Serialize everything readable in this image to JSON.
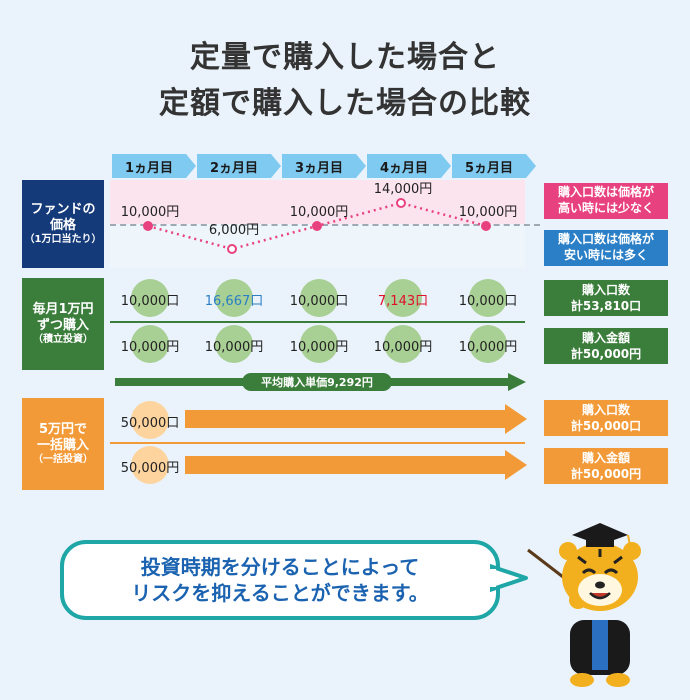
{
  "title": {
    "line1": "定量で購入した場合と",
    "line2": "定額で購入した場合の比較"
  },
  "months": [
    "1ヵ月目",
    "2ヵ月目",
    "3ヵ月目",
    "4ヵ月目",
    "5ヵ月目"
  ],
  "fund_price": {
    "label": "ファンドの\n価格",
    "sub": "（1万口当たり）",
    "prices": [
      "10,000円",
      "6,000円",
      "10,000円",
      "14,000円",
      "10,000円"
    ],
    "values": [
      10000,
      6000,
      10000,
      14000,
      10000
    ]
  },
  "notes": {
    "high": "購入口数は価格が\n高い時には少なく",
    "low": "購入口数は価格が\n安い時には多く"
  },
  "monthly": {
    "label": "毎月1万円\nずつ購入",
    "sub": "（積立投資）",
    "units": [
      "10,000口",
      "16,667口",
      "10,000口",
      "7,143口",
      "10,000口"
    ],
    "amounts": [
      "10,000円",
      "10,000円",
      "10,000円",
      "10,000円",
      "10,000円"
    ],
    "avg_price": "平均購入単価9,292円",
    "result_units": "購入口数\n計53,810口",
    "result_amount": "購入金額\n計50,000円"
  },
  "lump": {
    "label": "5万円で\n一括購入",
    "sub": "（一括投資）",
    "units": "50,000口",
    "amount": "50,000円",
    "result_units": "購入口数\n計50,000口",
    "result_amount": "購入金額\n計50,000円"
  },
  "message": {
    "line1": "投資時期を分けることによって",
    "line2": "リスクを抑えることができます。"
  },
  "colors": {
    "navy": "#153a7a",
    "green": "#3b7d3b",
    "orange": "#f39a38",
    "pink": "#fce4ef",
    "sky": "#7fcaf0",
    "blue_note": "#2a7fc6",
    "pink_note": "#e8417f",
    "blue_text": "#2a7fc6",
    "red_text": "#e0102a",
    "teal": "#1fa6a6"
  }
}
